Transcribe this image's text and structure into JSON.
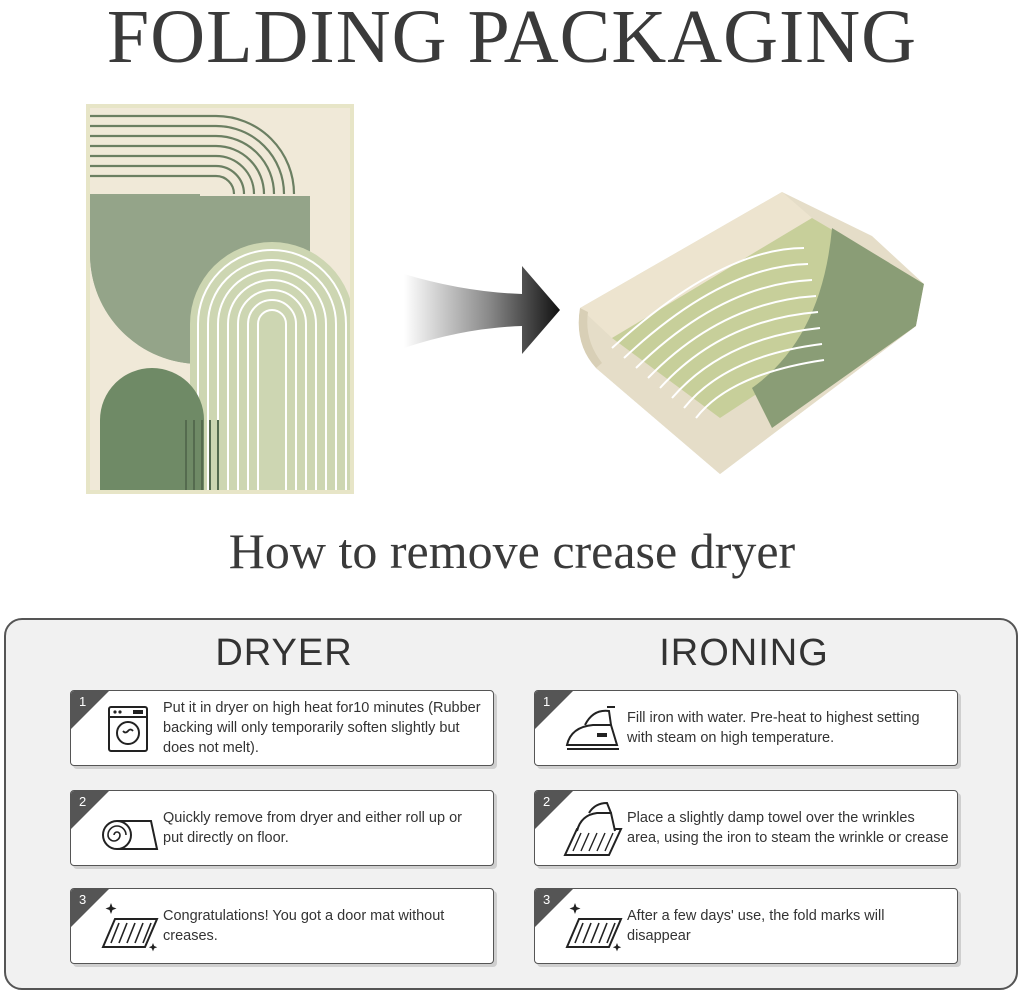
{
  "header": {
    "title": "FOLDING PACKAGING"
  },
  "section": {
    "subtitle": "How to remove crease dryer"
  },
  "colors": {
    "sage": "#8fa183",
    "dark_sage": "#6f8a66",
    "cream": "#f1ead8",
    "tab": "#555555"
  },
  "dryer": {
    "heading": "DRYER",
    "steps": [
      {
        "num": "1",
        "icon": "washing-machine-icon",
        "text": "Put it in dryer on high heat for10 minutes (Rubber backing will only temporarily soften slightly but does not melt)."
      },
      {
        "num": "2",
        "icon": "rolled-mat-icon",
        "text": "Quickly remove from dryer and either roll up or put directly on floor."
      },
      {
        "num": "3",
        "icon": "sparkling-mat-icon",
        "text": "Congratulations! You got a door mat without creases."
      }
    ]
  },
  "ironing": {
    "heading": "IRONING",
    "steps": [
      {
        "num": "1",
        "icon": "steam-iron-icon",
        "text": "Fill iron with water. Pre-heat to highest setting with steam on high temperature."
      },
      {
        "num": "2",
        "icon": "iron-on-towel-icon",
        "text": "Place a slightly damp towel over the wrinkles area, using the iron to steam the wrinkle or crease"
      },
      {
        "num": "3",
        "icon": "sparkling-mat-icon",
        "text": "After a few days' use, the fold marks will disappear"
      }
    ]
  }
}
